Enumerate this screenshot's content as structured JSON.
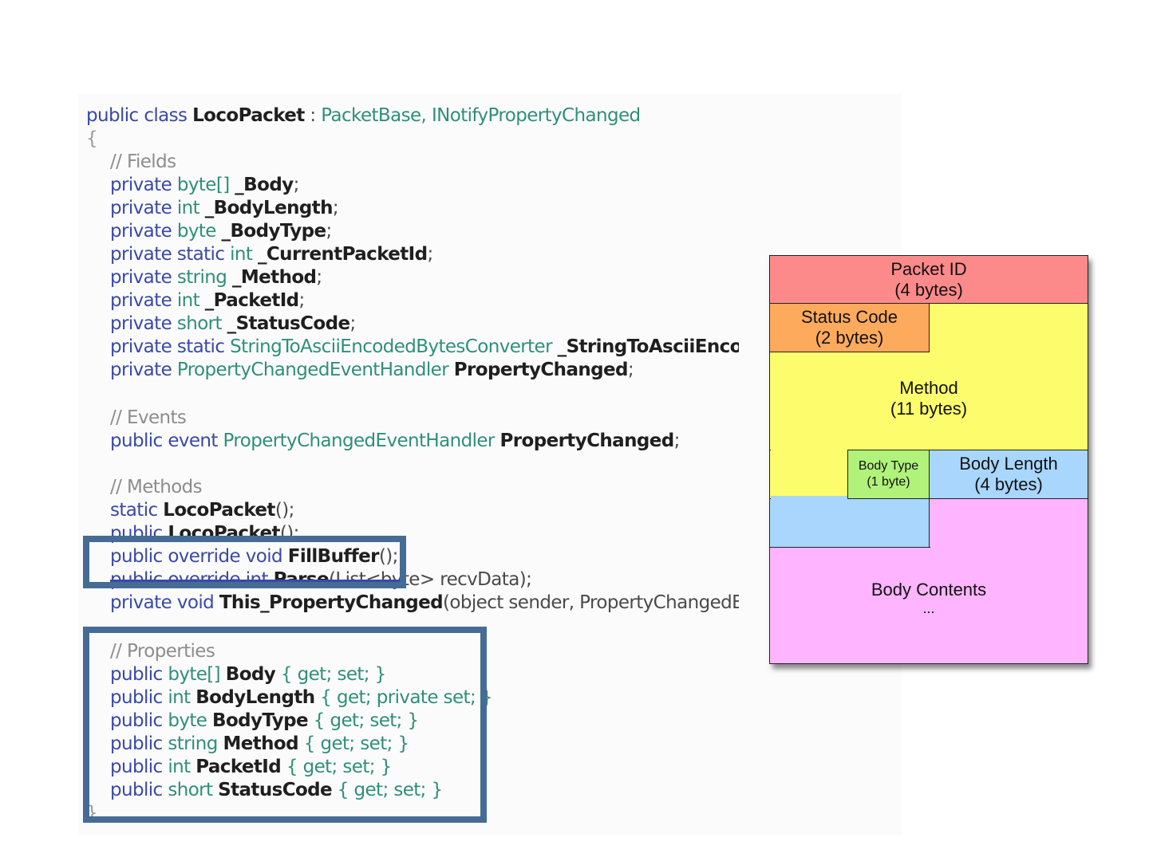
{
  "code": {
    "class_decl": {
      "kw": "public class ",
      "name": "LocoPacket",
      "sep": " : ",
      "bases": "PacketBase, INotifyPropertyChanged"
    },
    "open_brace": "{",
    "close_brace": "}",
    "fields_comment": "// Fields",
    "fields": [
      {
        "kw": "private ",
        "type": "byte[] ",
        "name": "_Body",
        "end": ";"
      },
      {
        "kw": "private ",
        "type": "int ",
        "name": "_BodyLength",
        "end": ";"
      },
      {
        "kw": "private ",
        "type": "byte ",
        "name": "_BodyType",
        "end": ";"
      },
      {
        "kw": "private static ",
        "type": "int ",
        "name": "_CurrentPacketId",
        "end": ";"
      },
      {
        "kw": "private ",
        "type": "string ",
        "name": "_Method",
        "end": ";"
      },
      {
        "kw": "private ",
        "type": "int ",
        "name": "_PacketId",
        "end": ";"
      },
      {
        "kw": "private ",
        "type": "short ",
        "name": "_StatusCode",
        "end": ";"
      },
      {
        "kw": "private static ",
        "type": "StringToAsciiEncodedBytesConverter ",
        "name": "_StringToAsciiEncodedBytesConverter",
        "end": ";"
      },
      {
        "kw": "private ",
        "type": "PropertyChangedEventHandler ",
        "name": "PropertyChanged",
        "end": ";"
      }
    ],
    "events_comment": "// Events",
    "event": {
      "kw": "public event ",
      "type": "PropertyChangedEventHandler ",
      "name": "PropertyChanged",
      "end": ";"
    },
    "methods_comment": "// Methods",
    "methods": [
      {
        "kw": "static ",
        "name": "LocoPacket",
        "rest": "();"
      },
      {
        "kw": "public ",
        "name": "LocoPacket",
        "rest": "();"
      },
      {
        "kw": "public override void ",
        "name": "FillBuffer",
        "rest": "();"
      },
      {
        "kw": "public override int ",
        "name": "Parse",
        "rest": "(List<byte> recvData);"
      },
      {
        "kw": "private void ",
        "name": "This_PropertyChanged",
        "rest": "(object sender, PropertyChangedEventArgs e);"
      }
    ],
    "properties_comment": "// Properties",
    "properties": [
      {
        "kw": "public ",
        "type": "byte[] ",
        "name": "Body",
        "acc": " { get; set; }"
      },
      {
        "kw": "public ",
        "type": "int ",
        "name": "BodyLength",
        "acc": " { get; private set; }"
      },
      {
        "kw": "public ",
        "type": "byte ",
        "name": "BodyType",
        "acc": " { get; set; }"
      },
      {
        "kw": "public ",
        "type": "string ",
        "name": "Method",
        "acc": " { get; set; }"
      },
      {
        "kw": "public ",
        "type": "int ",
        "name": "PacketId",
        "acc": " { get; set; }"
      },
      {
        "kw": "public ",
        "type": "short ",
        "name": "StatusCode",
        "acc": " { get; set; }"
      }
    ]
  },
  "colors": {
    "highlight_border": "#456c95",
    "keyword": "#3a49a8",
    "type": "#2f8f7a",
    "comment": "#8d8d8d",
    "packet_id": "#fd8a8a",
    "status_code": "#fdaa5c",
    "method": "#fcfc6c",
    "body_type": "#b0f27a",
    "body_length": "#a8d6fd",
    "body_contents": "#feb4fe"
  },
  "diagram": {
    "packet_id": {
      "name": "Packet ID",
      "size": "(4 bytes)"
    },
    "status_code": {
      "name": "Status Code",
      "size": "(2 bytes)"
    },
    "method": {
      "name": "Method",
      "size": "(11 bytes)"
    },
    "body_type": {
      "name": "Body Type",
      "size": "(1 byte)"
    },
    "body_length": {
      "name": "Body Length",
      "size": "(4 bytes)"
    },
    "body_contents": {
      "name": "Body Contents",
      "more": "..."
    }
  }
}
